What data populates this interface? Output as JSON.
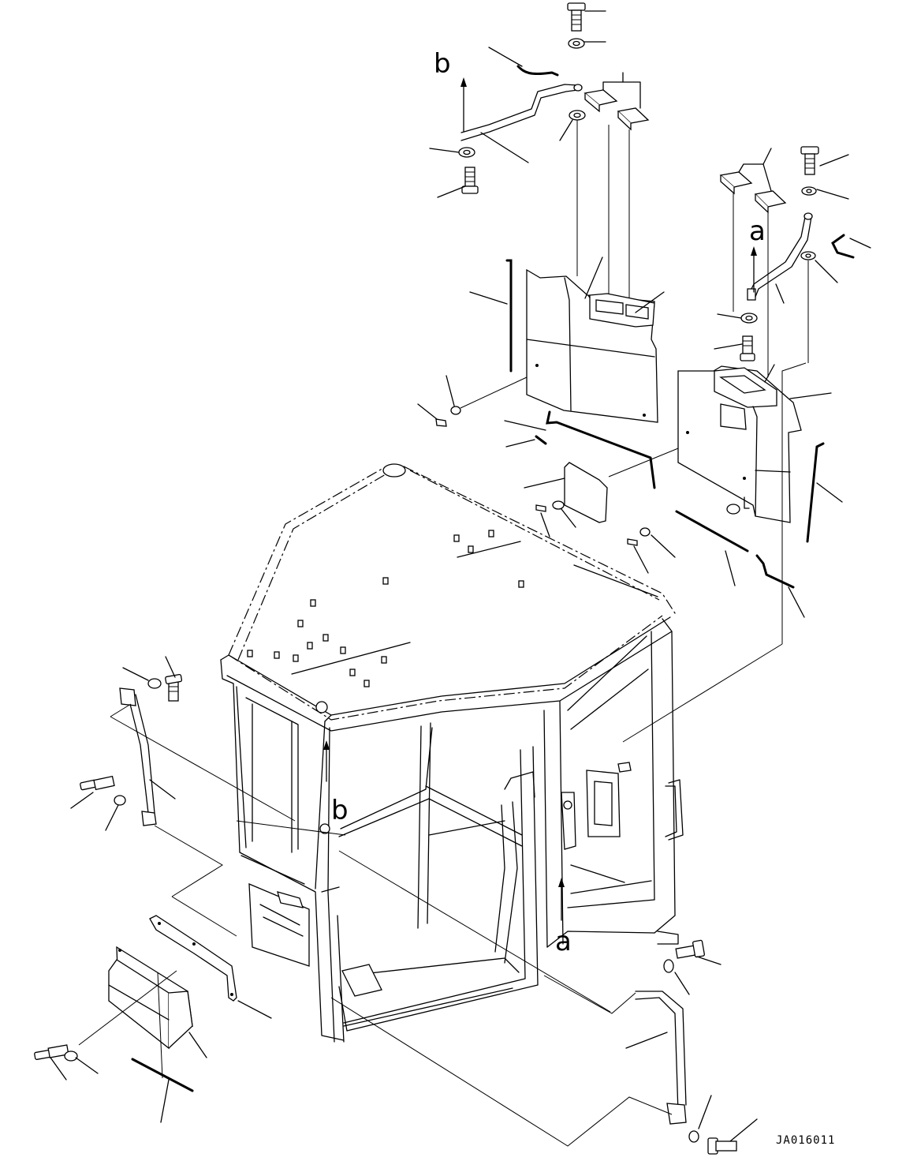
{
  "diagram": {
    "drawing_code": "JA016011",
    "view_markers": [
      {
        "id": "b-top",
        "text": "b"
      },
      {
        "id": "a-right",
        "text": "a"
      },
      {
        "id": "b-cab",
        "text": "b"
      },
      {
        "id": "a-cab",
        "text": "a"
      }
    ]
  }
}
